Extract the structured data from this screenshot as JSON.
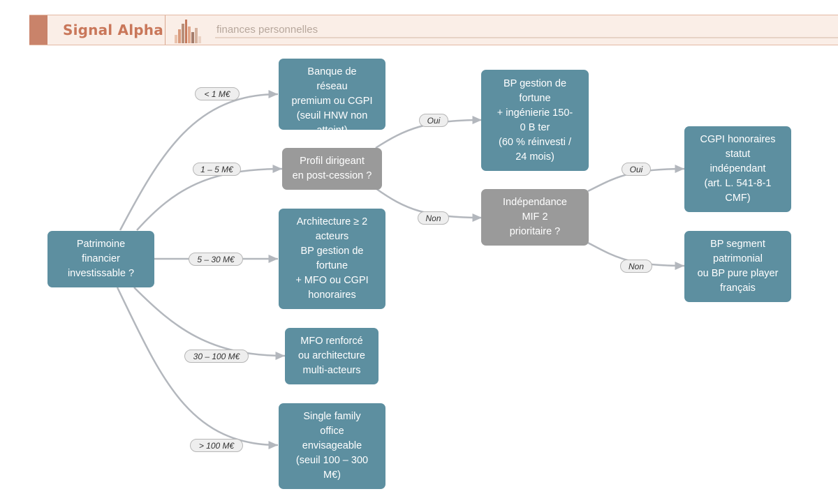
{
  "header": {
    "brand": "Signal Alpha",
    "tagline": "finances personnelles",
    "colors": {
      "accent": "#c9775a",
      "banner": "#faeee7"
    }
  },
  "diagram": {
    "colors": {
      "node_teal": "#5d8fa0",
      "node_grey": "#9a9a9a",
      "edge": "#b3b7bd"
    },
    "nodes": {
      "root": "Patrimoine\nfinancier\ninvestissable ?",
      "lt1": "Banque de\nréseau\npremium ou CGPI\n(seuil HNW non\natteint)",
      "profil": "Profil dirigeant\nen post-cession ?",
      "bp_ingenierie": "BP gestion de\nfortune\n+ ingénierie 150-\n0 B ter\n(60 % réinvesti /\n24 mois)",
      "independance": "Indépendance\nMIF 2\nprioritaire ?",
      "cgpi_honoraires": "CGPI honoraires\nstatut\nindépendant\n(art. L. 541-8-1\nCMF)",
      "bp_segment": "BP segment\npatrimonial\nou BP pure player\nfrançais",
      "architecture": "Architecture ≥ 2\nacteurs\nBP gestion de\nfortune\n+ MFO ou CGPI\nhonoraires",
      "mfo": "MFO renforcé\nou architecture\nmulti-acteurs",
      "sfo": "Single family\noffice\nenvisageable\n(seuil 100 – 300\nM€)"
    },
    "edge_labels": {
      "lt1": "< 1 M€",
      "m1_5": "1 – 5 M€",
      "m5_30": "5 – 30 M€",
      "m30_100": "30 – 100 M€",
      "gt100": "> 100 M€",
      "profil_oui": "Oui",
      "profil_non": "Non",
      "indep_oui": "Oui",
      "indep_non": "Non"
    }
  }
}
